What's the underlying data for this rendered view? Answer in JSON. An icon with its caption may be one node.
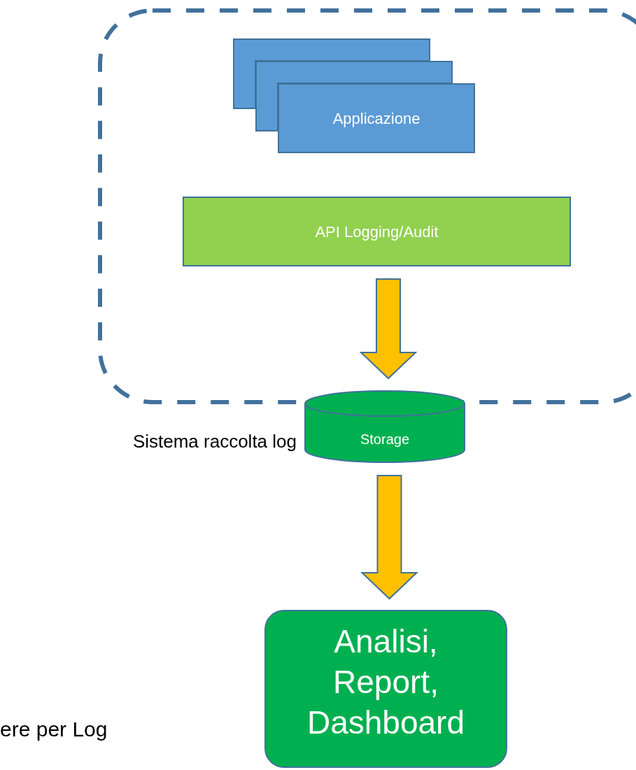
{
  "diagram": {
    "nodes": [
      {
        "text": [
          "Sistema raccolta log"
        ]
      },
      {
        "text": [],
        "shape": "box",
        "in": 0
      },
      {
        "text": [],
        "shape": "box",
        "in": 0
      },
      {
        "text": [
          "Applicazione"
        ],
        "in": 0
      },
      {
        "text": [
          "API Logging/Audit"
        ],
        "in": 0
      },
      {
        "text": [
          "Storage"
        ]
      },
      {
        "text": [
          "Analisi, Report, Dashboard"
        ]
      }
    ],
    "edges": [
      {
        "from": 4,
        "to": 5,
        "arrow": "to",
        "style": "thick",
        "color": "#ffc000"
      },
      {
        "from": 5,
        "to": 6,
        "arrow": "to",
        "style": "thick",
        "color": "#ffc000"
      }
    ],
    "labels": [
      "ere per Log"
    ]
  }
}
